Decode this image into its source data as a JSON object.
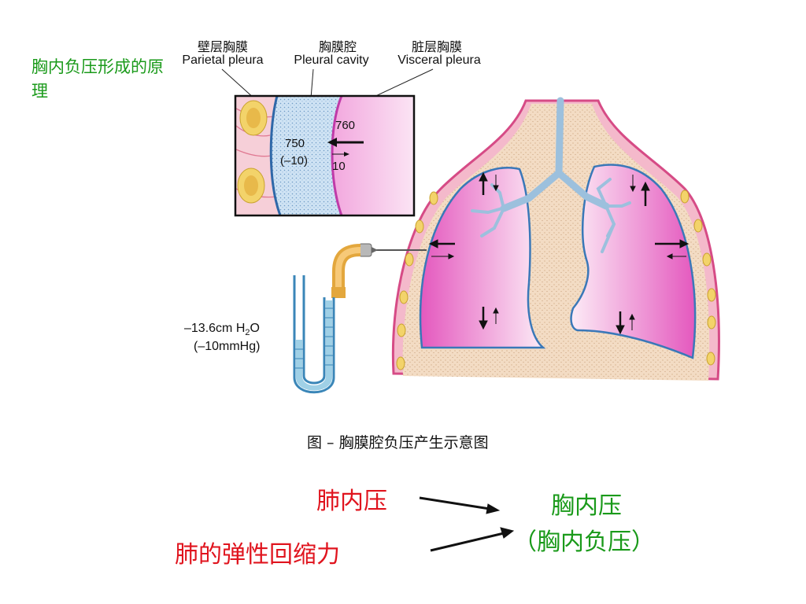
{
  "title": "胸内负压形成的原理",
  "labels": {
    "parietal_zh": "壁层胸膜",
    "parietal_en": "Parietal pleura",
    "cavity_zh": "胸膜腔",
    "cavity_en": "Pleural cavity",
    "visceral_zh": "脏层胸膜",
    "visceral_en": "Visceral  pleura"
  },
  "inset": {
    "outer_pressure": "760",
    "pleural_pressure": "750",
    "pleural_relative": "(–10)",
    "recoil": "10"
  },
  "manometer": {
    "line1_prefix": "–13.6cm H",
    "line1_sub": "2",
    "line1_suffix": "O",
    "line2": "(–10mmHg)"
  },
  "caption": "图   –  胸膜腔负压产生示意图",
  "formula": {
    "lung_pressure": "肺内压",
    "elastic_recoil": "肺的弹性回缩力",
    "result_line1": "胸内压",
    "result_line2": "（胸内负压）"
  },
  "colors": {
    "title_green": "#1a9a1a",
    "red_text": "#e0141e",
    "lung_pink": "#e85fc4",
    "pleura_blue": "#3a78b8",
    "mediastinum": "#f2d9c0"
  }
}
